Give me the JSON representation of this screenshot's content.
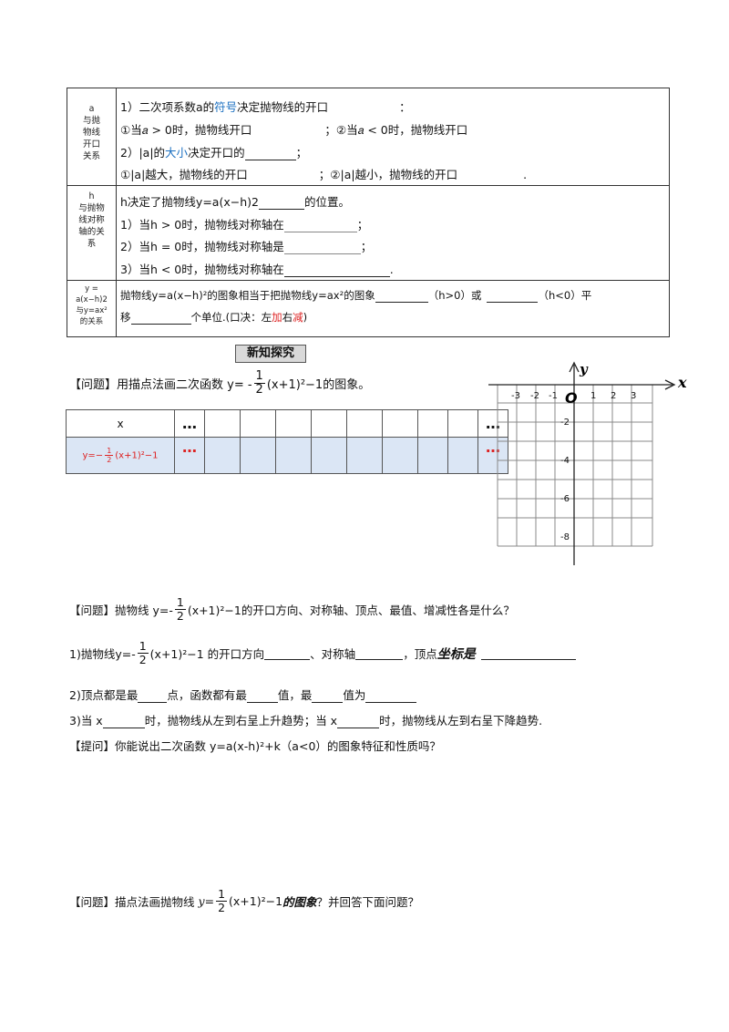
{
  "table1": {
    "r1_head": [
      "a",
      "与抛",
      "物线",
      "开口",
      "关系"
    ],
    "r1_l1": "1）二次项系数a的",
    "r1_l1_blue": "符号",
    "r1_l1_tail": "决定抛物线的开口",
    "r1_l1_colon": "：",
    "r1_l2a": "①当𝑎 > 0时，抛物线开口",
    "r1_l2b": "；②当𝑎 < 0时，抛物线开口",
    "r1_l3a": "2）|a|的",
    "r1_l3_blue": "大小",
    "r1_l3b": "决定开口的",
    "r1_l3c": "；",
    "r1_l4a": "①|a|越大，抛物线的开口",
    "r1_l4b": "；②|a|越小，抛物线的开口",
    "r1_l4c": ".",
    "r2_head": [
      "h",
      "与抛物",
      "线对称",
      "轴的关",
      "系"
    ],
    "r2_l1a": "h决定了抛物线y=a(x−h)2",
    "r2_l1b": "的位置。",
    "r2_l2": "1）当h > 0时，抛物线对称轴在",
    "r2_l2b": "；",
    "r2_l3": "2）当h = 0时，抛物线对称轴是",
    "r2_l3b": "；",
    "r2_l4": "3）当h < 0时，抛物线对称轴在",
    "r2_l4b": ".",
    "r3_head": [
      "y =",
      "a(x−h)2",
      "与y=ax²",
      "的关系"
    ],
    "r3_l1a": "抛物线y=a(x−h)²的图象相当于把抛物线y=ax²的图象",
    "r3_l1b": "（h>0）或",
    "r3_l1c": "（h<0）平",
    "r3_l2a": "移",
    "r3_l2b": "个单位.(口决：左",
    "r3_l2_red1": "加",
    "r3_l2c": "右",
    "r3_l2_red2": "减",
    "r3_l2d": ")"
  },
  "section_title": "新知探究",
  "q1": {
    "prefix": "【问题】用描点法画二次函数 y= -",
    "frac_num": "1",
    "frac_den": "2",
    "suffix": "(x+1)²−1的图象。"
  },
  "value_table": {
    "x_label": "x",
    "y_label_a": "y=−",
    "y_frac_num": "1",
    "y_frac_den": "2",
    "y_label_b": "(x+1)²−1",
    "ellipsis": "…",
    "red_ellipsis": "…"
  },
  "graph": {
    "x_axis_label": "x",
    "y_axis_label": "y",
    "origin_label": "O",
    "x_ticks": [
      "-3",
      "-2",
      "-1",
      "1",
      "2",
      "3"
    ],
    "y_ticks": [
      "-2",
      "-4",
      "-6",
      "-8"
    ]
  },
  "q2": {
    "prefix": "【问题】抛物线 y=-",
    "frac_num": "1",
    "frac_den": "2",
    "suffix": "(x+1)²−1的开口方向、对称轴、顶点、最值、增减性各是什么？"
  },
  "a1": {
    "prefix": "1)抛物线y=-",
    "frac_num": "1",
    "frac_den": "2",
    "mid": "(x+1)²−1 的开口方向",
    "sep": "、对称轴",
    "tail": "，顶点",
    "italic": "坐标是"
  },
  "a2": {
    "a": "2)顶点都是最",
    "b": "点，函数都有最",
    "c": "值，最",
    "d": "值为"
  },
  "a3": {
    "a": "3)当 x",
    "b": "时，抛物线从左到右呈上升趋势；当 x",
    "c": "时，抛物线从左到右呈下降趋势."
  },
  "tiwen": "【提问】你能说出二次函数 y=a(x-h)²+k（a<0）的图象特征和性质吗？",
  "q3": {
    "prefix": "【问题】描点法画抛物线",
    "y": "y",
    "eq": "=",
    "frac_num": "1",
    "frac_den": "2",
    "mid": "(x+1)²−1",
    "italic": "的图象",
    "tail": "？并回答下面问题？"
  }
}
